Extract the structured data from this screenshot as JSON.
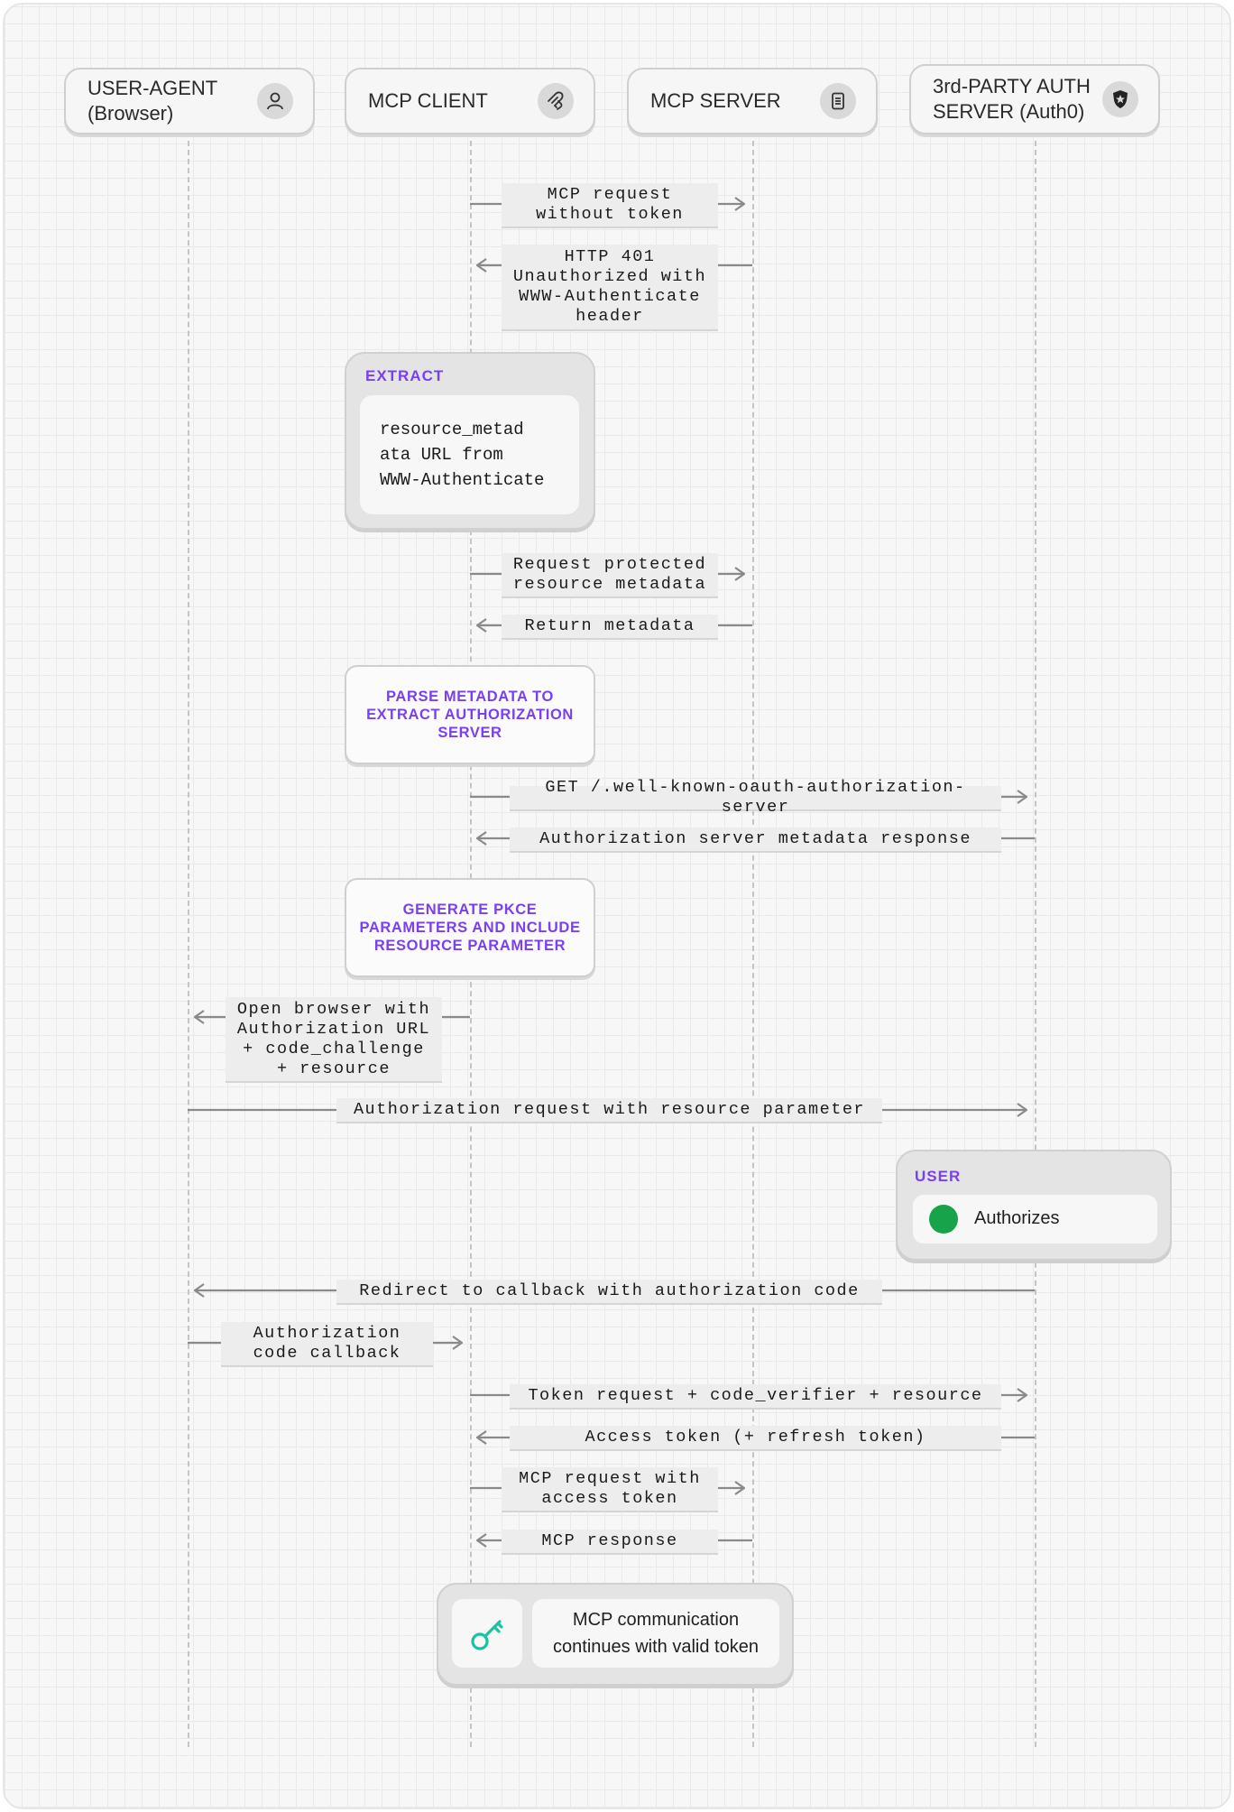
{
  "actors": [
    {
      "label": "USER-AGENT\n(Browser)",
      "icon": "person-icon"
    },
    {
      "label": "MCP CLIENT",
      "icon": "mcp-logo-icon"
    },
    {
      "label": "MCP SERVER",
      "icon": "server-icon"
    },
    {
      "label": "3rd-PARTY AUTH\nSERVER (Auth0)",
      "icon": "auth0-shield-icon"
    }
  ],
  "messages": {
    "m1": "MCP request\nwithout token",
    "m2": "HTTP 401\nUnauthorized with\nWWW-Authenticate\nheader",
    "m3": "Request protected\nresource metadata",
    "m4": "Return metadata",
    "m5": "GET /.well-known-oauth-authorization-server",
    "m6": "Authorization server metadata response",
    "m7": "Open browser with\nAuthorization URL\n+ code_challenge\n+ resource",
    "m8": "Authorization request with resource parameter",
    "m9": "Redirect to callback with authorization code",
    "m10": "Authorization\ncode callback",
    "m11": "Token request + code_verifier + resource",
    "m12": "Access token (+ refresh token)",
    "m13": "MCP request with\naccess token",
    "m14": "MCP response"
  },
  "extract": {
    "title": "EXTRACT",
    "body": "resource_metad\nata URL from\nWWW-Authenticate"
  },
  "steps": {
    "parse": "PARSE METADATA TO\nEXTRACT AUTHORIZATION\nSERVER",
    "pkce": "GENERATE PKCE\nPARAMETERS AND INCLUDE\nRESOURCE PARAMETER"
  },
  "user": {
    "title": "USER",
    "action": "Authorizes",
    "status_color": "#16a34a"
  },
  "final": {
    "text": "MCP communication\ncontinues with valid token",
    "icon": "key-icon",
    "icon_color": "#19c2a0"
  },
  "colors": {
    "accent_purple": "#7a3ff0",
    "arrow": "#8a8a8a"
  }
}
